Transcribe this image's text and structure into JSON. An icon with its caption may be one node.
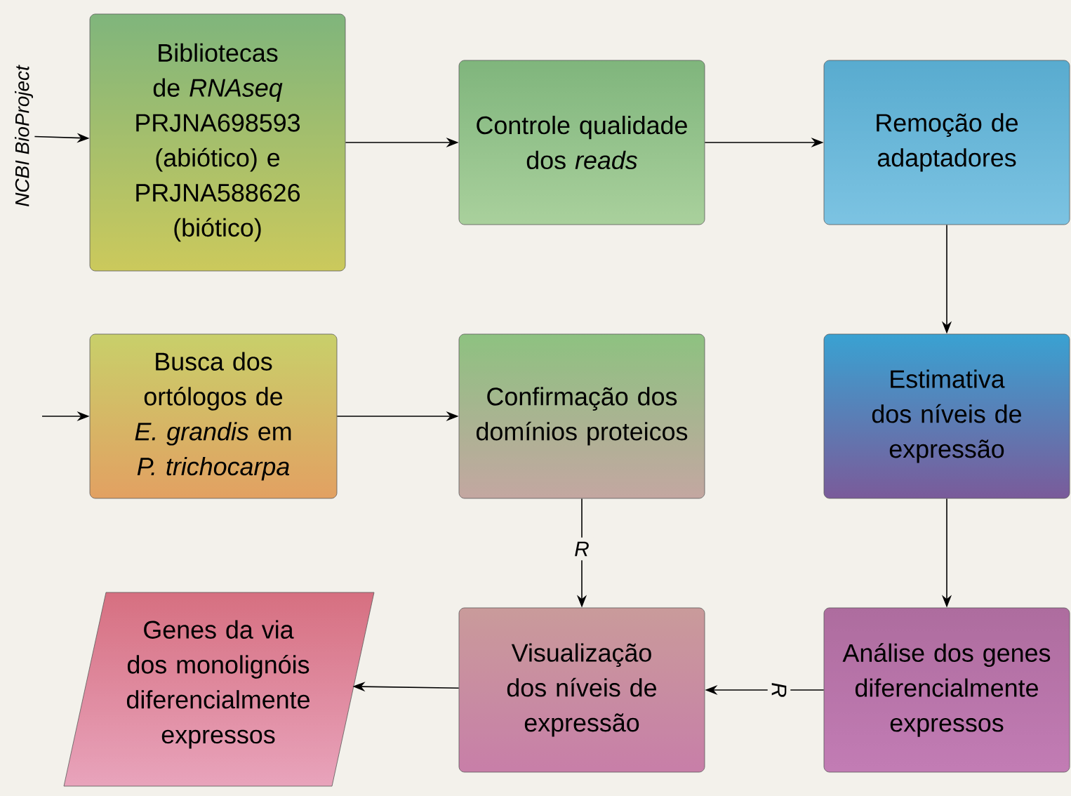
{
  "diagram": {
    "nodes": [
      {
        "text": [
          "NCBI BioProject"
        ]
      },
      {
        "text": [
          "Bibliotecas de *RNAseq* PRJNA698593 (abiótico) e PRJNA588626 (biótico)"
        ]
      },
      {
        "text": [
          "Controle qualidade dos *reads*"
        ]
      },
      {
        "text": [
          "Remoção de adaptadores"
        ]
      },
      {
        "text": [
          "Busca dos ortólogos de *E. grandis* em *P. trichocarpa*"
        ]
      },
      {
        "text": [
          "Confirmação dos domínios proteicos"
        ]
      },
      {
        "text": [
          "Estimativa dos níveis de expressão"
        ]
      },
      {
        "text": [
          "Genes da via dos monolignóis diferencialmente expressos"
        ]
      },
      {
        "text": [
          "Visualização dos níveis de expressão"
        ]
      },
      {
        "text": [
          "Análise dos genes diferencialmente expressos"
        ]
      }
    ],
    "edges": [
      {
        "from": 0,
        "to": 1,
        "arrow": "to"
      },
      {
        "from": 1,
        "to": 2,
        "arrow": "to"
      },
      {
        "from": 2,
        "to": 3,
        "arrow": "to"
      },
      {
        "from": 3,
        "to": 6,
        "arrow": "to"
      },
      {
        "from": null,
        "to": 4,
        "arrow": "to"
      },
      {
        "from": 4,
        "to": 5,
        "arrow": "to"
      },
      {
        "from": 5,
        "to": 8,
        "arrow": "to",
        "label": "R"
      },
      {
        "from": 6,
        "to": 9,
        "arrow": "to"
      },
      {
        "from": 9,
        "to": 8,
        "arrow": "to",
        "label": "R"
      },
      {
        "from": 8,
        "to": 7,
        "arrow": "to"
      }
    ]
  }
}
